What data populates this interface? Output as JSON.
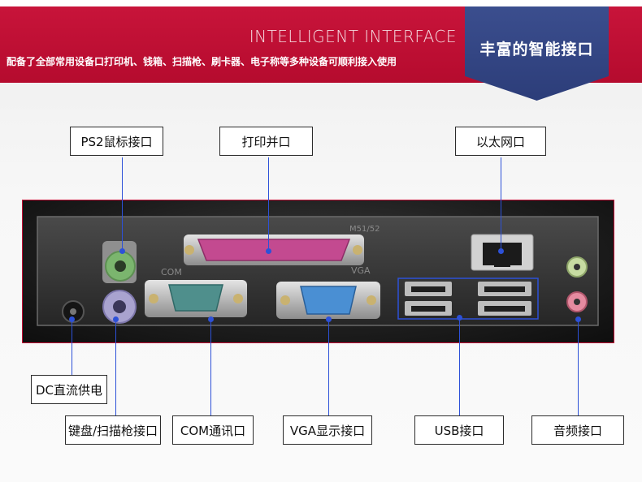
{
  "header": {
    "headline": "INTELLIGENT INTERFACE",
    "subline": "配备了全部常用设备口打印机、钱箱、扫描枪、刷卡器、电子称等多种设备可顺利接入使用",
    "badge": "丰富的智能接口",
    "colors": {
      "banner": "#c8143a",
      "badge": "#2c3d79",
      "callout_line": "#2d51d8"
    }
  },
  "panel": {
    "engraved_text": {
      "model": "M51/52",
      "com": "COM",
      "vga": "VGA"
    }
  },
  "labels": {
    "ps2_mouse": "PS2鼠标接口",
    "parallel": "打印并口",
    "ethernet": "以太网口",
    "dc_power": "DC直流供电",
    "keyboard": "键盘/扫描枪接口",
    "com": "COM通讯口",
    "vga": "VGA显示接口",
    "usb": "USB接口",
    "audio": "音频接口"
  }
}
